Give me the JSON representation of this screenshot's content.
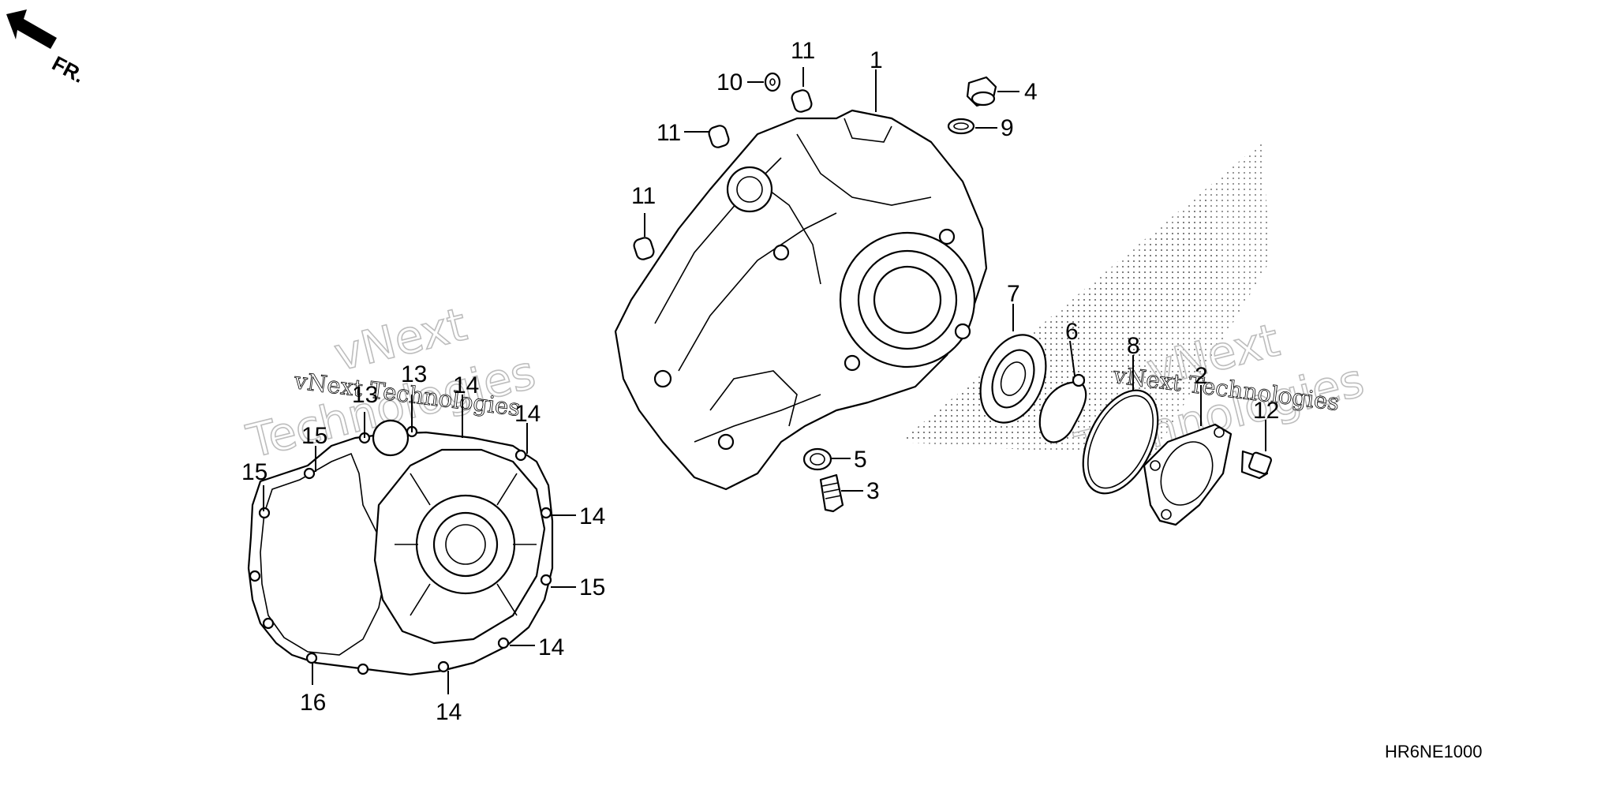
{
  "direction_marker": {
    "text": "FR.",
    "icon": "front-arrow-icon"
  },
  "diagram_code": "HR6NE1000",
  "callouts": {
    "c1": "1",
    "c2": "2",
    "c3": "3",
    "c4": "4",
    "c5": "5",
    "c6": "6",
    "c7": "7",
    "c8": "8",
    "c9": "9",
    "c10": "10",
    "c11a": "11",
    "c11b": "11",
    "c11c": "11",
    "c12": "12",
    "c13a": "13",
    "c13b": "13",
    "c14a": "14",
    "c14b": "14",
    "c14c": "14",
    "c14d": "14",
    "c14e": "14",
    "c15a": "15",
    "c15b": "15",
    "c15c": "15",
    "c16": "16"
  },
  "watermarks": [
    {
      "big_line1": "vNext",
      "big_line2": "Technologies",
      "small": "vNext Technologies"
    },
    {
      "big_line1": "vNext",
      "big_line2": "Technologies",
      "small": "vNext Technologies"
    }
  ]
}
